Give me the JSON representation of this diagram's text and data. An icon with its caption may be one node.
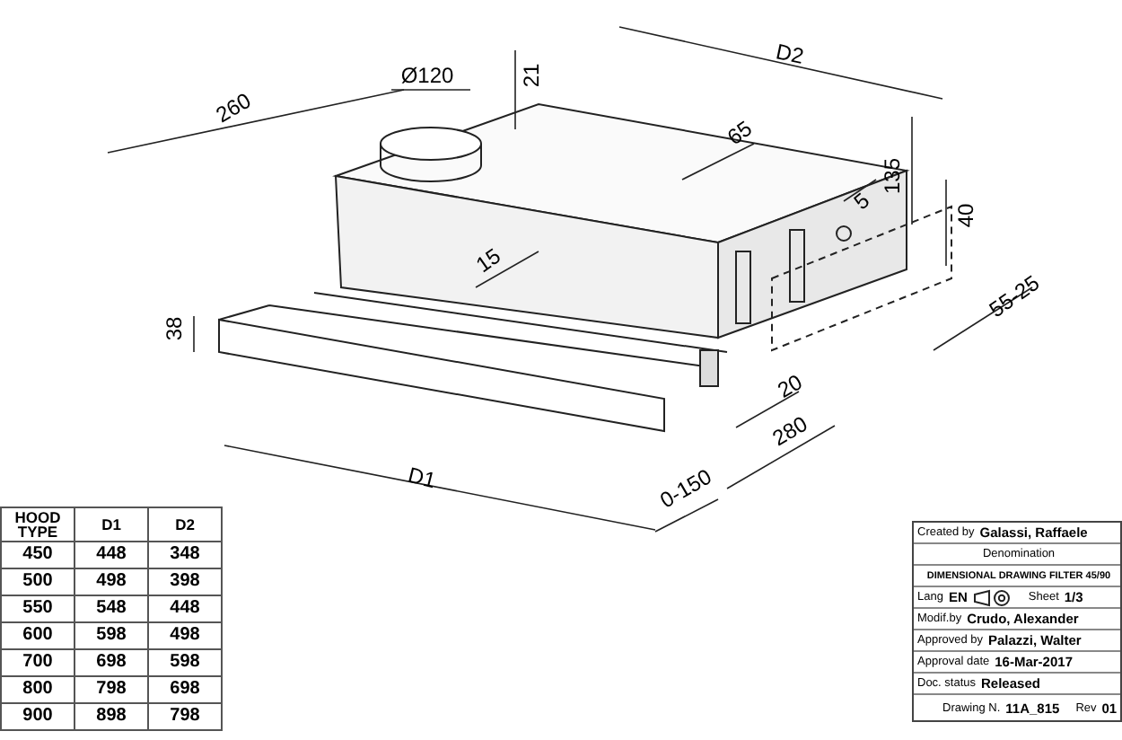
{
  "diagram": {
    "labels": [
      "D2",
      "260",
      "Ø120",
      "21",
      "65",
      "5",
      "135",
      "40",
      "15",
      "55-25",
      "38",
      "20",
      "280",
      "D1",
      "0-150",
      "HOOD TYPE",
      "D1",
      "D2",
      "450",
      "448",
      "348",
      "500",
      "498",
      "398",
      "550",
      "548",
      "448",
      "600",
      "598",
      "498",
      "700",
      "698",
      "598",
      "800",
      "798",
      "698",
      "900",
      "898",
      "798",
      "Created by",
      "Galassi, Raffaele",
      "Denomination",
      "DIMENSIONAL DRAWING FILTER 45/90",
      "Lang",
      "EN",
      "Sheet",
      "1/3",
      "Modif.by",
      "Crudo, Alexander",
      "Approved by",
      "Palazzi, Walter",
      "Approval date",
      "16-Mar-2017",
      "Doc. status",
      "Released",
      "Drawing N.",
      "11A_815",
      "Rev",
      "01"
    ]
  }
}
